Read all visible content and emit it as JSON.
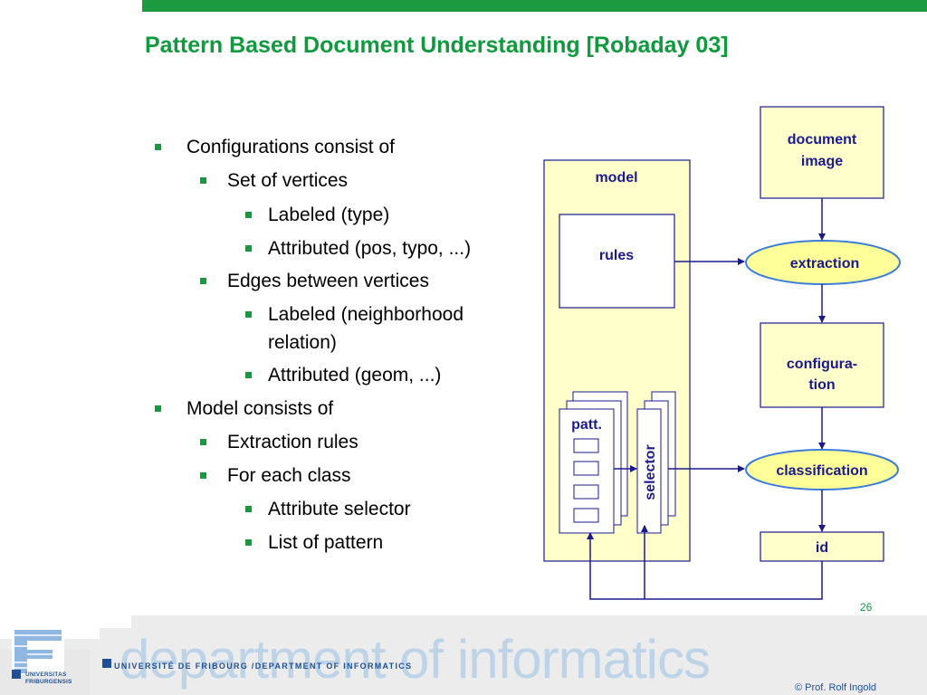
{
  "slide": {
    "title": "Pattern Based Document Understanding [Robaday 03]",
    "page_number": "26",
    "copyright": "© Prof. Rolf Ingold",
    "footer_large": "department of informatics",
    "footer_small": "UNIVERSITÉ DE FRIBOURG /DEPARTMENT OF INFORMATICS",
    "logo_line1": "UNIVERSITAS",
    "logo_line2": "FRIBURGENSIS"
  },
  "bullets": [
    {
      "level": 1,
      "text": "Configurations consist of"
    },
    {
      "level": 2,
      "text": "Set of vertices"
    },
    {
      "level": 3,
      "text": "Labeled (type)"
    },
    {
      "level": 3,
      "text": "Attributed (pos, typo, ...)"
    },
    {
      "level": 2,
      "text": "Edges between vertices"
    },
    {
      "level": 3,
      "text": "Labeled (neighborhood"
    },
    {
      "level": 3,
      "text": "relation)",
      "continuation": true
    },
    {
      "level": 3,
      "text": "Attributed (geom, ...)"
    },
    {
      "level": 1,
      "text": "Model consists of"
    },
    {
      "level": 2,
      "text": "Extraction rules"
    },
    {
      "level": 2,
      "text": "For each class"
    },
    {
      "level": 3,
      "text": "Attribute selector"
    },
    {
      "level": 3,
      "text": "List of pattern"
    }
  ],
  "diagram": {
    "model_label": "model",
    "rules_label": "rules",
    "patt_label": "patt.",
    "selector_label": "selector",
    "doc_line1": "document",
    "doc_line2": "image",
    "extraction_label": "extraction",
    "config_line1": "configura-",
    "config_line2": "tion",
    "classification_label": "classification",
    "id_label": "id"
  },
  "colors": {
    "green": "#1c9a3f",
    "navy": "#1a1a8c",
    "box_fill": "#ffffcc",
    "oval_fill": "#ffff99",
    "oval_stroke": "#3b7dd8",
    "footer_blue": "#1f4f97"
  }
}
